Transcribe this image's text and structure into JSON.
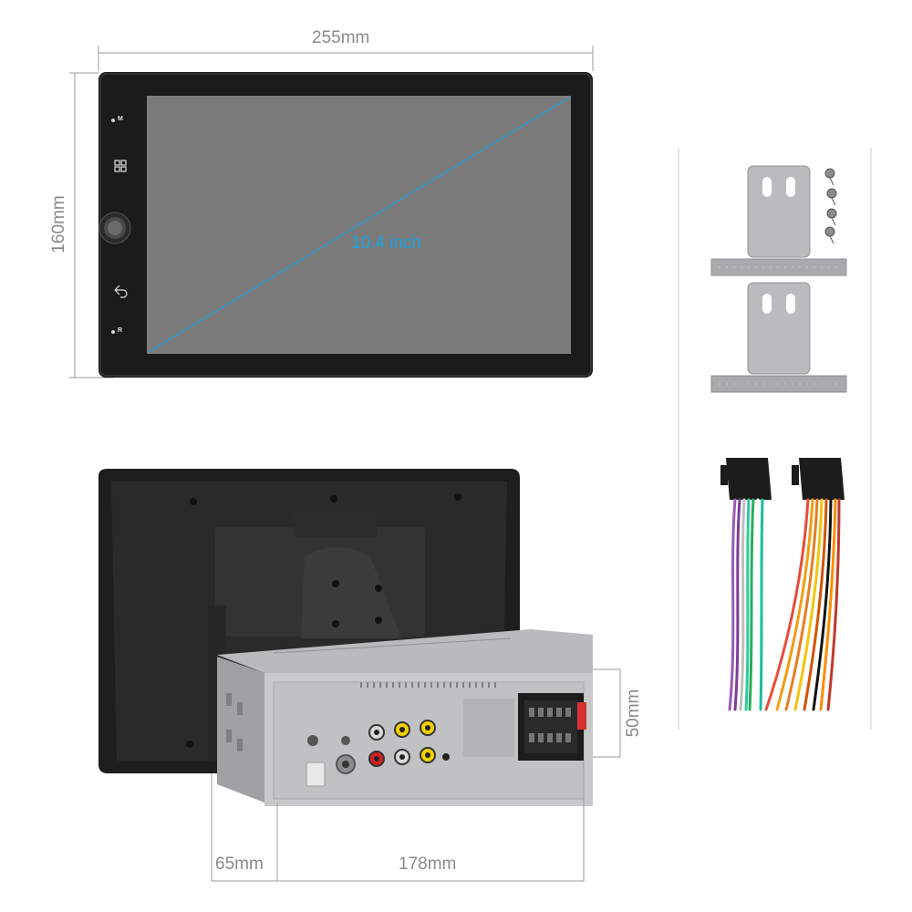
{
  "dimensions": {
    "width": "255mm",
    "height": "160mm",
    "diagonal": "10.4 inch",
    "chassis_height": "50mm",
    "depth_front": "65mm",
    "depth_rear": "178mm"
  },
  "front_buttons": {
    "top": "M",
    "bottom": "R"
  },
  "colors": {
    "dimension_line": "#9a9a9a",
    "diagonal": "#1aa3e0",
    "screen": "#7b7b7b",
    "bezel": "#1b1b1b",
    "bracket": "#b9bbbd",
    "chassis": "#c7c9cb"
  },
  "accessories": {
    "bracket_count": 2,
    "screw_count": 4,
    "wire_harness_count": 2,
    "harness_a_colors": [
      "#9b59b6",
      "#7d3c98",
      "#bfbfbf",
      "#2ecc9a",
      "#27ae60",
      "#ffffff",
      "#1abc9c",
      "#8e44ad"
    ],
    "harness_b_colors": [
      "#e74c3c",
      "#f39c12",
      "#e67e22",
      "#f1c40f",
      "#d35400",
      "#111111",
      "#ff8c00",
      "#c0392b"
    ]
  }
}
